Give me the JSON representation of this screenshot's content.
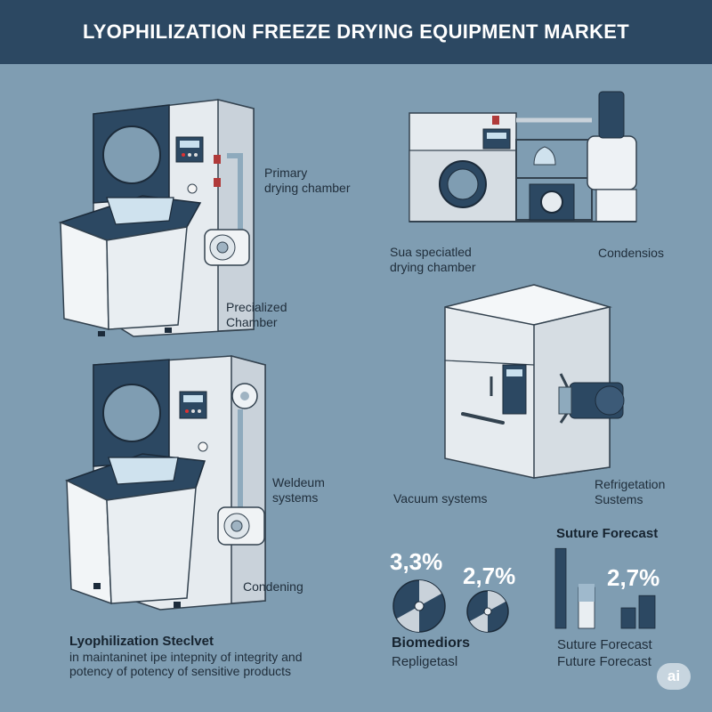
{
  "header": {
    "title": "LYOPHILIZATION FREEZE DRYING EQUIPMENT MARKET"
  },
  "labels": {
    "primary": [
      "Primary",
      "drying chamber"
    ],
    "specialized_top": [
      "Sua speciatled",
      "drying chamber"
    ],
    "condensor": "Condensios",
    "precialized": [
      "Precialized",
      "Chamber"
    ],
    "weldeum": [
      "Weldeum",
      "systems"
    ],
    "vacuum": "Vacuum systems",
    "refrigeration": [
      "Refrigetation",
      "Sustems"
    ],
    "condening": "Condening"
  },
  "bottom_text": {
    "title": "Lyophilization Steclvet",
    "line1": "in maintaninet ipe intepnity of integrity and",
    "line2": "potency of potency of sensitive products"
  },
  "stats": {
    "stat1": "3,3%",
    "stat2": "2,7%",
    "stat3": "2,7%",
    "biomediors": "Biomediors",
    "repligetasl": "Repligetasl",
    "forecast_title": "Suture Forecast",
    "forecast_line1": "Suture Forecast",
    "forecast_line2": "Future Forecast"
  },
  "chart_data": {
    "type": "bar",
    "title": "Suture Forecast",
    "categories": [
      "",
      "",
      "",
      ""
    ],
    "values": [
      78,
      40,
      20,
      32
    ],
    "ylim": [
      0,
      80
    ]
  },
  "badge": "ai",
  "colors": {
    "navy": "#2c4862",
    "background": "#7f9db2",
    "machine_white": "#eef2f5",
    "dark": "#16232f"
  }
}
